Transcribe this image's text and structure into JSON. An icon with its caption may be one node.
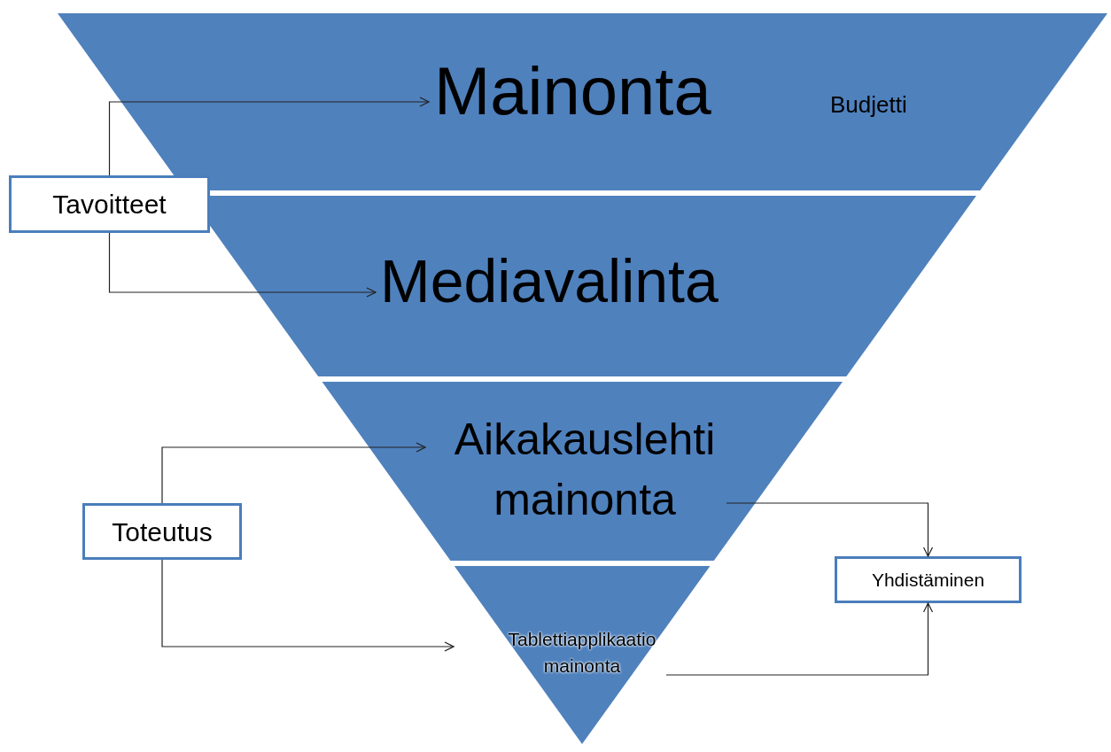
{
  "diagram": {
    "nodes": [
      {
        "text": [
          "Mainonta",
          "Budjetti"
        ]
      },
      {
        "text": [
          "Mediavalinta"
        ]
      },
      {
        "text": [
          "Aikakauslehti mainonta"
        ]
      },
      {
        "text": [
          "Tablettiapplikaatio mainonta"
        ]
      },
      {
        "text": [
          "Tavoitteet"
        ]
      },
      {
        "text": [
          "Toteutus"
        ]
      },
      {
        "text": [
          "Yhdistäminen"
        ]
      }
    ],
    "edges": [
      {
        "from": 4,
        "to": 0,
        "arrow": "to"
      },
      {
        "from": 4,
        "to": 1,
        "arrow": "to"
      },
      {
        "from": 5,
        "to": 2,
        "arrow": "to"
      },
      {
        "from": 5,
        "to": 3,
        "arrow": "to"
      },
      {
        "from": 2,
        "to": 6,
        "arrow": "to"
      },
      {
        "from": 3,
        "to": 6,
        "arrow": "to"
      }
    ]
  }
}
